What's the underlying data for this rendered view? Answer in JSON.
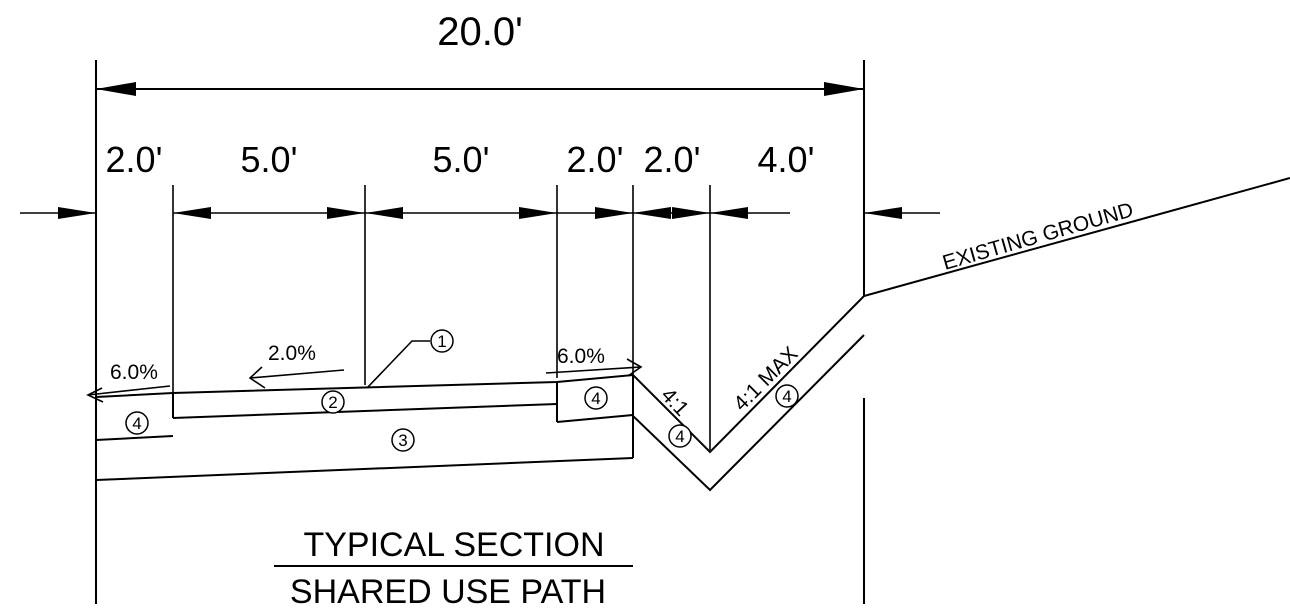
{
  "dimensions": {
    "overall": "20.0'",
    "segments": [
      "2.0'",
      "5.0'",
      "5.0'",
      "2.0'",
      "2.0'",
      "4.0'"
    ]
  },
  "slopes": {
    "left_shoulder": "6.0%",
    "path": "2.0%",
    "right_shoulder": "6.0%",
    "foreslope": "4:1",
    "backslope": "4:1 MAX"
  },
  "callouts": [
    "1",
    "2",
    "3",
    "4"
  ],
  "labels": {
    "existing_ground": "EXISTING GROUND",
    "title_line1": "TYPICAL SECTION",
    "title_line2": "SHARED USE PATH"
  }
}
